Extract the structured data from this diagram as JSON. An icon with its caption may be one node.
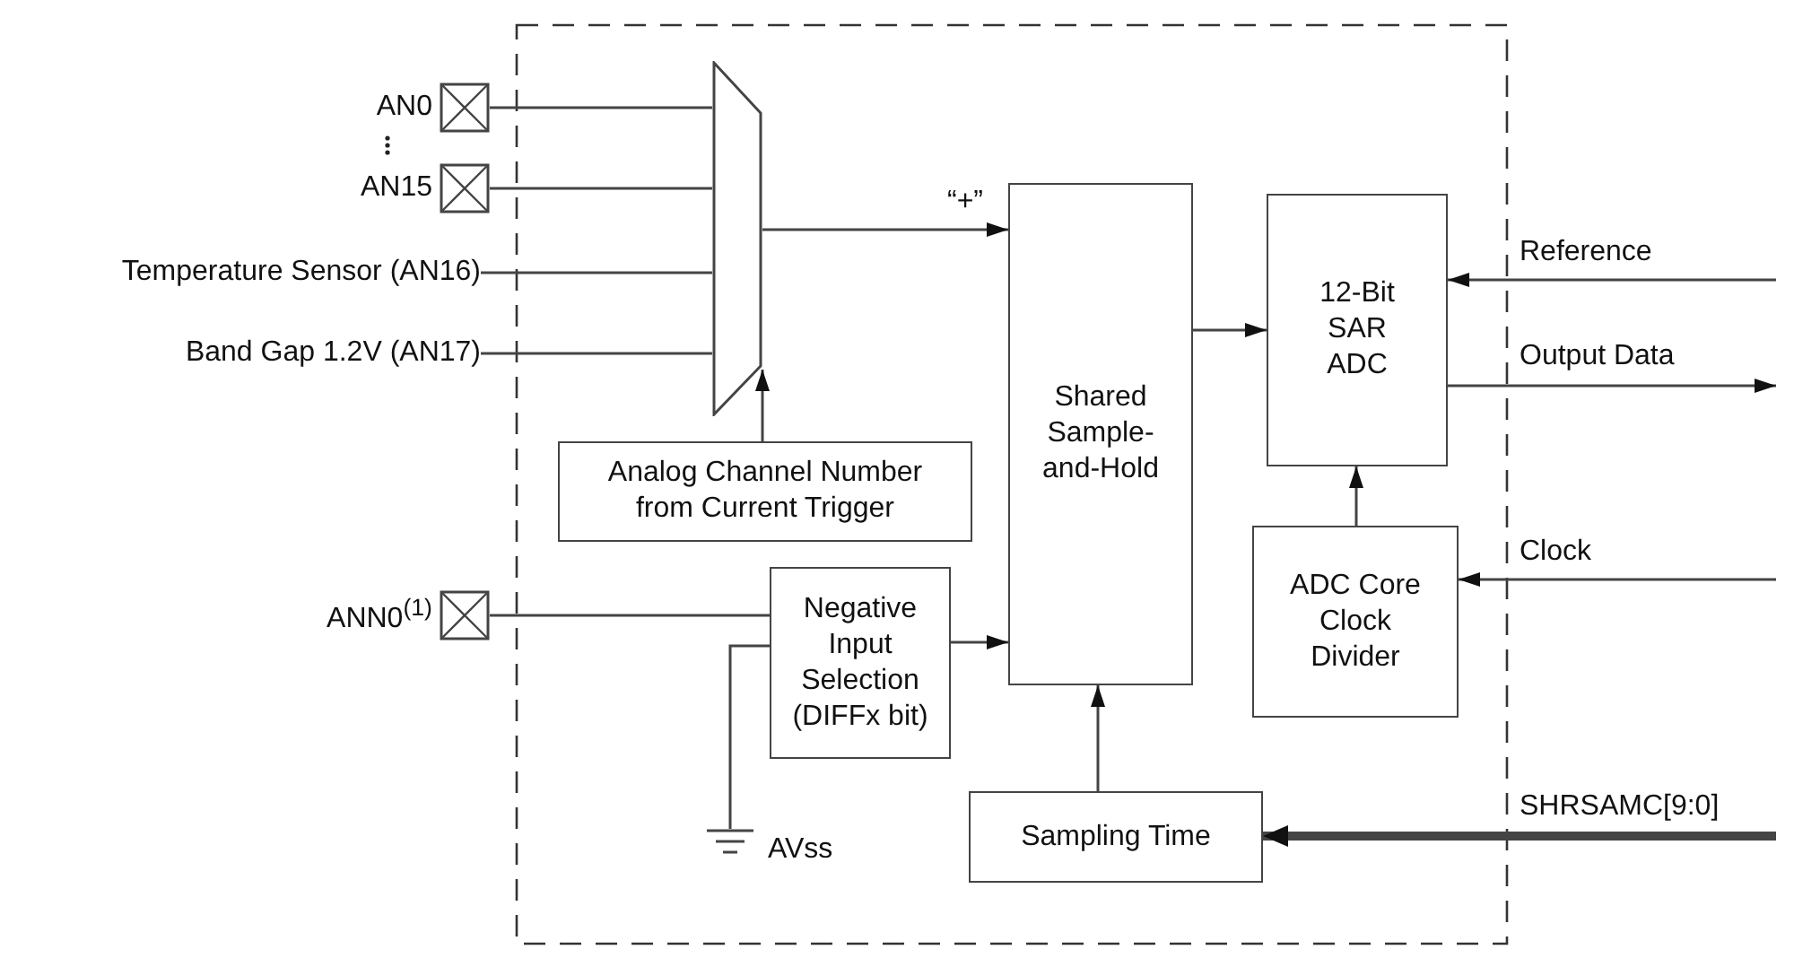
{
  "diagram": {
    "nodes": [
      {
        "text": [
          "AN0"
        ]
      },
      {
        "text": [
          "AN15"
        ]
      },
      {
        "text": [
          "Temperature Sensor (AN16)"
        ]
      },
      {
        "text": [
          "Band Gap 1.2V (AN17)"
        ]
      },
      {
        "text": [],
        "shape": "trapezoid"
      },
      {
        "text": [
          "Analog Channel Number from Current Trigger"
        ]
      },
      {
        "text": [
          "ANN0$^{(1)}$"
        ]
      },
      {
        "text": [
          "Negative Input Selection (DIFFx bit)"
        ]
      },
      {
        "text": [
          "AVss"
        ]
      },
      {
        "text": [
          "Shared Sample-and-Hold"
        ]
      },
      {
        "text": [
          "12-Bit SAR ADC"
        ]
      },
      {
        "text": [
          "ADC Core Clock Divider"
        ]
      },
      {
        "text": [
          "Sampling Time"
        ]
      }
    ],
    "edges": [
      {
        "from": 0,
        "to": 4,
        "arrow": "none"
      },
      {
        "from": 1,
        "to": 4,
        "arrow": "none"
      },
      {
        "from": 2,
        "to": 4,
        "arrow": "none"
      },
      {
        "from": 3,
        "to": 4,
        "arrow": "none"
      },
      {
        "from": 4,
        "to": 9,
        "arrow": "to",
        "label": "“+”"
      },
      {
        "from": 5,
        "to": 4,
        "arrow": "to"
      },
      {
        "from": 6,
        "to": 7,
        "arrow": "none"
      },
      {
        "from": 8,
        "to": 7,
        "arrow": "none"
      },
      {
        "from": 7,
        "to": 9,
        "arrow": "to"
      },
      {
        "from": 9,
        "to": 10,
        "arrow": "to"
      },
      {
        "from": 11,
        "to": 10,
        "arrow": "to"
      },
      {
        "from": 12,
        "to": 9,
        "arrow": "to"
      },
      {
        "from": null,
        "to": 10,
        "arrow": "to",
        "label": "Reference"
      },
      {
        "from": 10,
        "to": null,
        "arrow": "to",
        "label": "Output Data"
      },
      {
        "from": null,
        "to": 11,
        "arrow": "to",
        "label": "Clock"
      },
      {
        "from": null,
        "to": 12,
        "arrow": "to",
        "label": "SHRSAMC[9:0]",
        "style": "thick"
      }
    ]
  }
}
